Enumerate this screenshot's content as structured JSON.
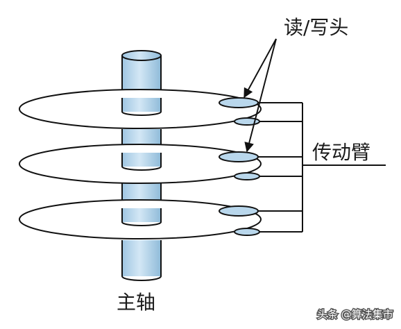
{
  "labels": {
    "heads": "读/写头",
    "arm": "传动臂",
    "spindle": "主轴"
  },
  "watermark": {
    "text": "头条 @算法集市",
    "icon": "at-icon"
  },
  "colors": {
    "spindle_fill": "#bcd8ec",
    "head_fill": "#b9d7ec",
    "line": "#111111"
  }
}
